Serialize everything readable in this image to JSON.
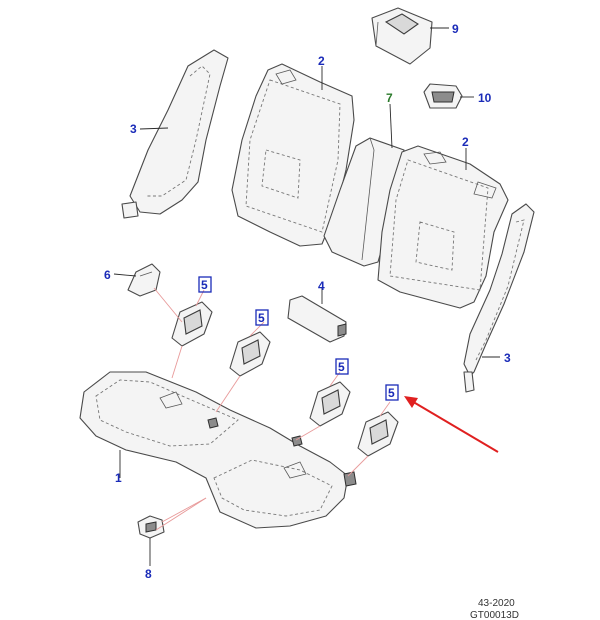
{
  "callouts": {
    "c1": "1",
    "c2a": "2",
    "c2b": "2",
    "c3a": "3",
    "c3b": "3",
    "c4": "4",
    "c5a": "5",
    "c5b": "5",
    "c5c": "5",
    "c5d": "5",
    "c6": "6",
    "c7": "7",
    "c8": "8",
    "c9": "9",
    "c10": "10"
  },
  "footer": {
    "code": "43-2020",
    "ref": "GT00013D"
  },
  "colors": {
    "callout": "#1a2bb8",
    "callout_green": "#2a7a2a",
    "highlight_arrow": "#e02020",
    "highlight_leader": "#e89a9a"
  }
}
